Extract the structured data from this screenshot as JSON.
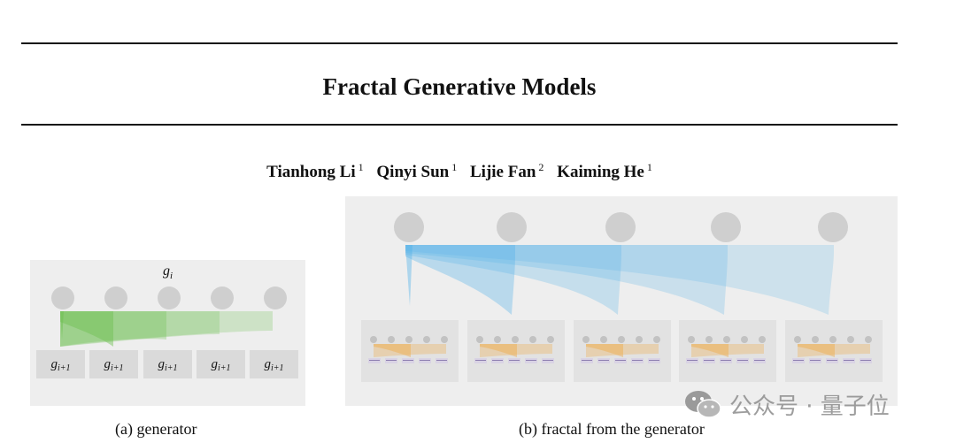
{
  "paper": {
    "title": "Fractal Generative Models",
    "authors": [
      {
        "name": "Tianhong Li",
        "affiliation": "1"
      },
      {
        "name": "Qinyi Sun",
        "affiliation": "1"
      },
      {
        "name": "Lijie Fan",
        "affiliation": "2"
      },
      {
        "name": "Kaiming He",
        "affiliation": "1"
      }
    ]
  },
  "figure": {
    "panel_a": {
      "parent_label": "g",
      "parent_subscript": "i",
      "child_label": "g",
      "child_subscript": "i+1",
      "caption": "(a) generator",
      "accent": "#6cbf4f"
    },
    "panel_b": {
      "caption": "(b) fractal from the generator",
      "accent": "#4aaee8",
      "mini_accent": "#f0a53a"
    }
  },
  "watermark": {
    "logo_icon": "wechat-logo-icon",
    "text": "公众号 · 量子位"
  }
}
